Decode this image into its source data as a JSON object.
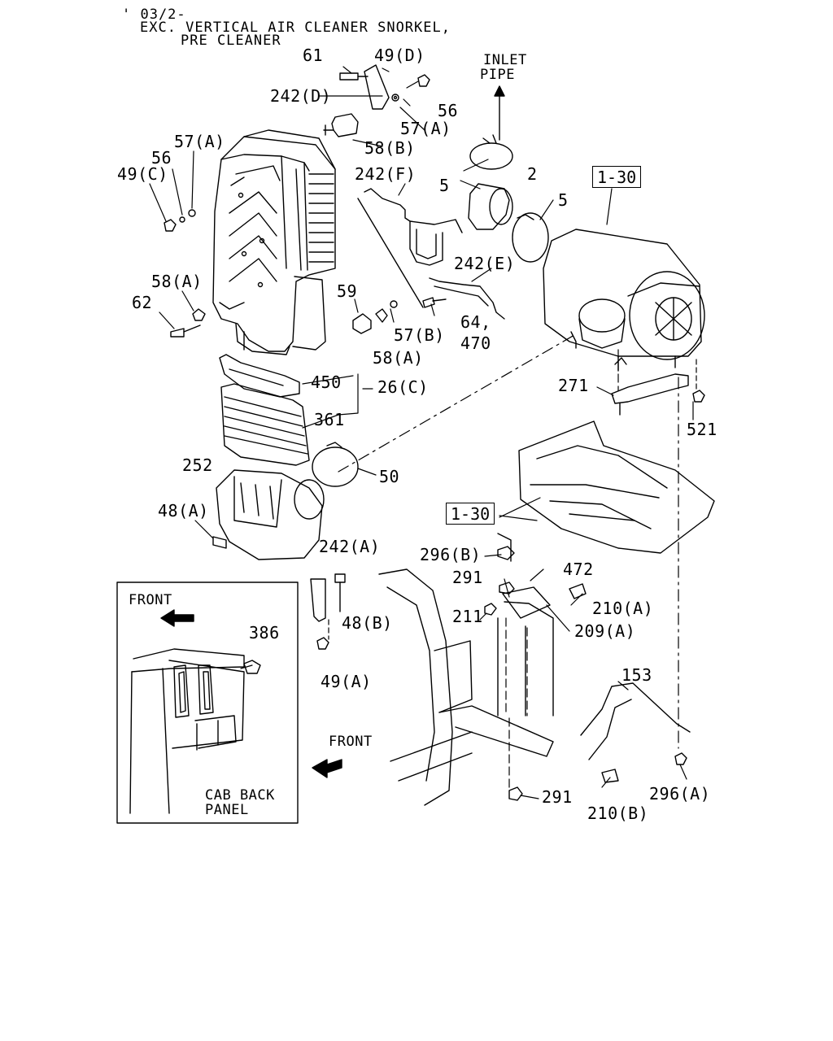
{
  "header": {
    "date_code": "' 03/2-",
    "line1": "EXC. VERTICAL AIR CLEANER SNORKEL,",
    "line2": "PRE CLEANER"
  },
  "callouts": {
    "inlet_pipe_line1": "INLET",
    "inlet_pipe_line2": "PIPE",
    "front_inset": "FRONT",
    "front_main": "FRONT",
    "cab_back_line1": "CAB BACK",
    "cab_back_line2": "PANEL",
    "ref_1_30_top": "1-30",
    "ref_1_30_mid": "1-30"
  },
  "parts": {
    "p61": "61",
    "p49d": "49(D)",
    "p242d": "242(D)",
    "p56_top": "56",
    "p57a_top": "57(A)",
    "p58b": "58(B)",
    "p57a_left": "57(A)",
    "p56_left": "56",
    "p49c": "49(C)",
    "p242f": "242(F)",
    "p5_left": "5",
    "p2": "2",
    "p5_right": "5",
    "p242e": "242(E)",
    "p58a_left": "58(A)",
    "p62": "62",
    "p59": "59",
    "p64": "64,",
    "p470": "470",
    "p57b": "57(B)",
    "p58a_mid": "58(A)",
    "p450": "450",
    "p26c": "26(C)",
    "p361": "361",
    "p271": "271",
    "p521": "521",
    "p252": "252",
    "p50": "50",
    "p48a": "48(A)",
    "p242a": "242(A)",
    "p296b": "296(B)",
    "p472": "472",
    "p291_top": "291",
    "p210a": "210(A)",
    "p211": "211",
    "p209a": "209(A)",
    "p48b": "48(B)",
    "p386": "386",
    "p49a": "49(A)",
    "p153": "153",
    "p291_bottom": "291",
    "p296a": "296(A)",
    "p210b": "210(B)"
  }
}
